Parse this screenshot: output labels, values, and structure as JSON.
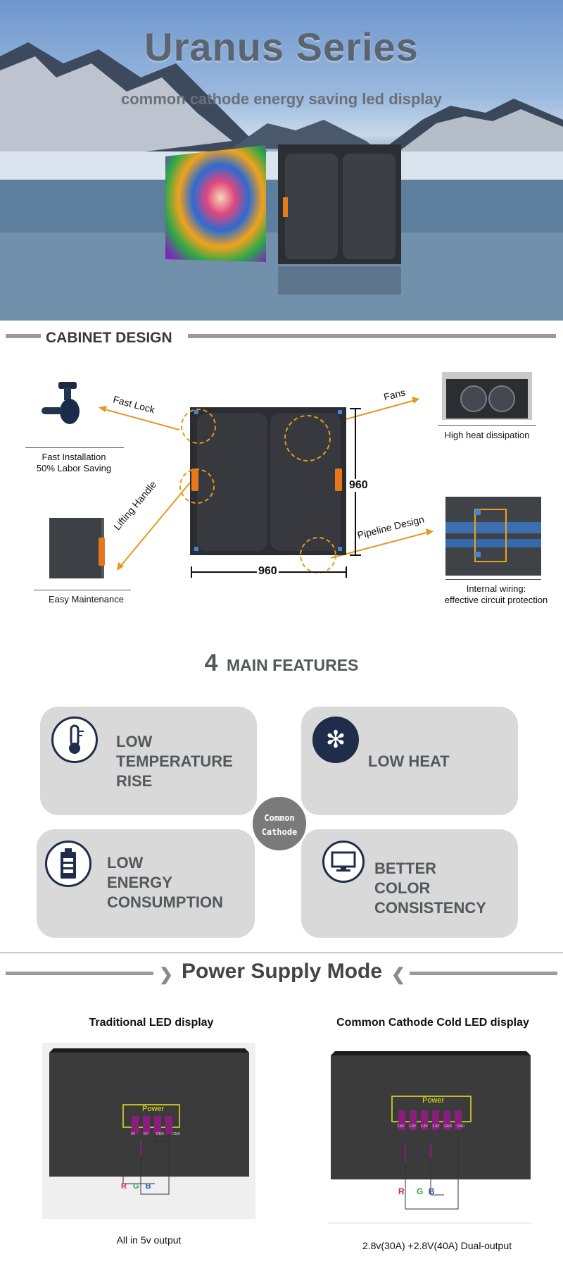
{
  "hero": {
    "title": "Uranus Series",
    "subtitle": "common cathode energy saving led display"
  },
  "cabinet": {
    "title": "CABINET DESIGN",
    "fast_lock_label": "Fast  Lock",
    "fast_install_caption_1": "Fast Installation",
    "fast_install_caption_2": "50% Labor Saving",
    "fans_label": "Fans",
    "heat_caption": "High heat dissipation",
    "lifting_label": "Lifting Handle",
    "maint_caption": "Easy Maintenance",
    "pipeline_label": "Pipeline Design",
    "wiring_caption_1": "Internal wiring:",
    "wiring_caption_2": "effective circuit protection",
    "dim_height": "960",
    "dim_width": "960"
  },
  "features": {
    "count": "4",
    "title": "MAIN  FEATURES",
    "center_1": "Common",
    "center_2": "Cathode",
    "items": [
      {
        "lines": [
          "LOW",
          "TEMPERATURE",
          "RISE"
        ],
        "icon": "thermometer-icon"
      },
      {
        "lines": [
          "LOW HEAT"
        ],
        "icon": "snowflake-icon"
      },
      {
        "lines": [
          "LOW",
          "ENERGY",
          "CONSUMPTION"
        ],
        "icon": "battery-icon"
      },
      {
        "lines": [
          "BETTER",
          "COLOR",
          "CONSISTENCY"
        ],
        "icon": "monitor-icon"
      }
    ]
  },
  "power": {
    "title": "Power Supply Mode",
    "left": {
      "heading": "Traditional LED display",
      "box_label": "Power",
      "pins": [
        "5V",
        "5V",
        "GND",
        "GND"
      ],
      "rgb": [
        "R",
        "G",
        "B"
      ],
      "caption": "All in 5v output"
    },
    "right": {
      "heading": "Common Cathode Cold LED display",
      "box_label": "Power",
      "pins": [
        "2.8V",
        "2.8V",
        "3.8V",
        "3.8V",
        "GND",
        "GND"
      ],
      "rgb": [
        "R",
        "G",
        "B"
      ],
      "caption": "2.8v(30A) +2.8V(40A) Dual-output"
    }
  },
  "colors": {
    "accent_orange": "#e39a1c",
    "card_gray": "#d9d9d9",
    "icon_navy": "#1f2c4a",
    "power_purple": "#8a1e7e",
    "power_yellow": "#e6e61a"
  }
}
